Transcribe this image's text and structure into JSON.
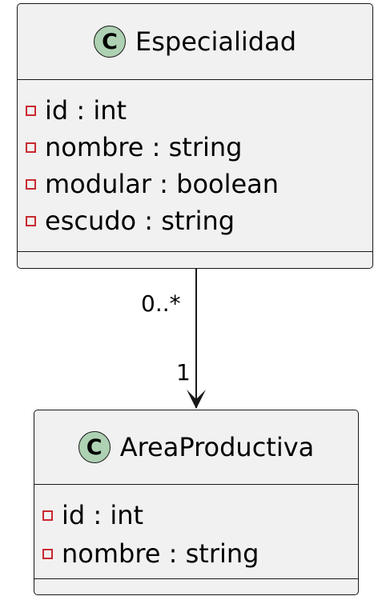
{
  "classes": [
    {
      "stereotype_letter": "C",
      "name": "Especialidad",
      "attributes": [
        "id : int",
        "nombre : string",
        "modular : boolean",
        "escudo : string"
      ]
    },
    {
      "stereotype_letter": "C",
      "name": "AreaProductiva",
      "attributes": [
        "id : int",
        "nombre : string"
      ]
    }
  ],
  "association": {
    "source_multiplicity": "0..*",
    "target_multiplicity": "1"
  },
  "colors": {
    "class_fill": "#f1f1f1",
    "border": "#181818",
    "badge_fill": "#add1b2",
    "private_marker": "#c82930"
  },
  "icons": {
    "class_badge": "circle-letter-c-icon",
    "attribute_visibility": "private-square-icon"
  }
}
